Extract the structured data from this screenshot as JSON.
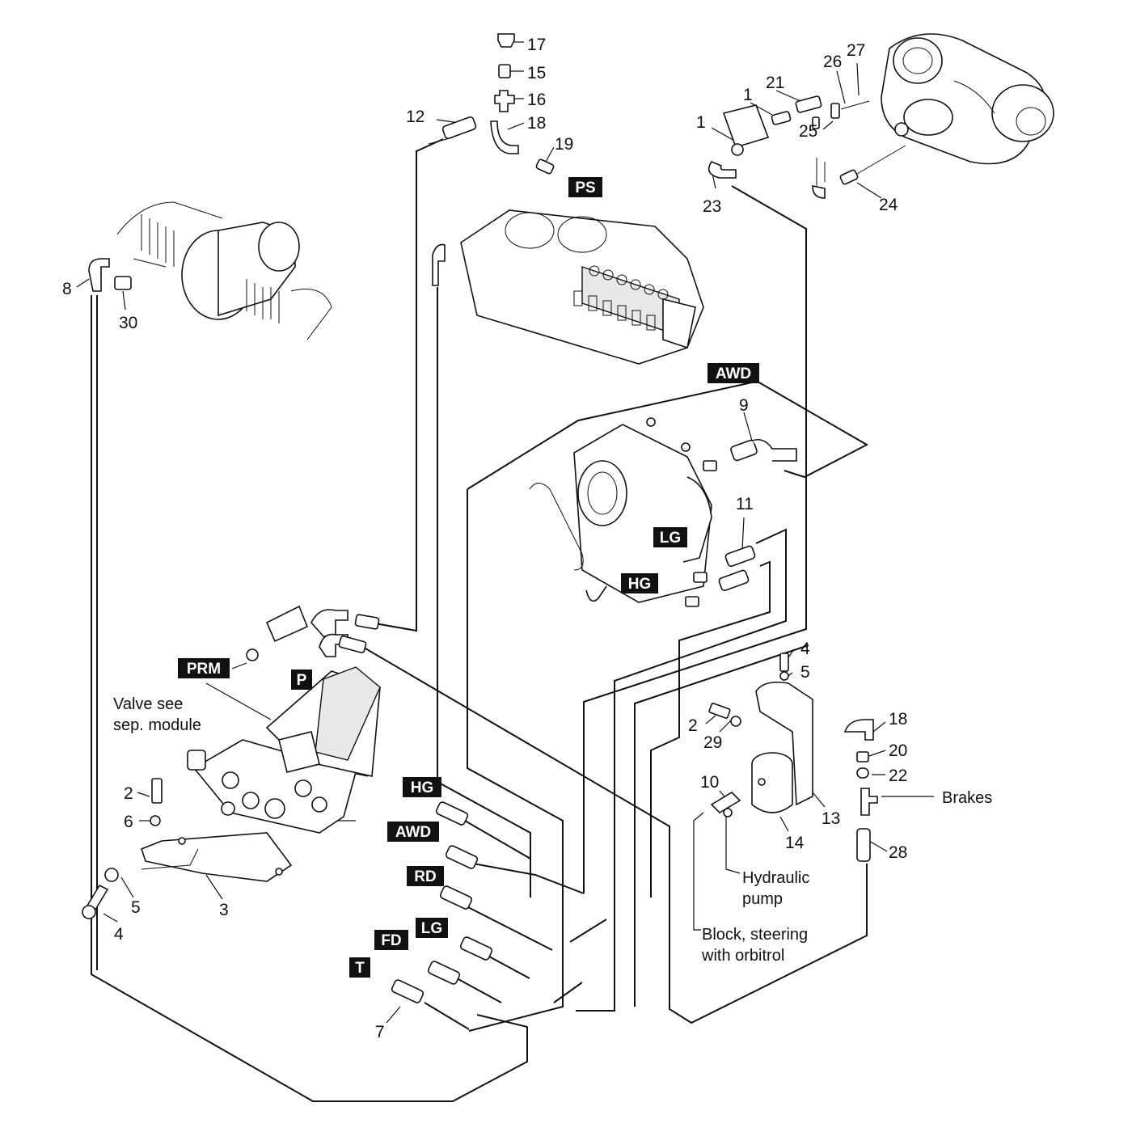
{
  "diagram": {
    "part_numbers": [
      {
        "id": "pn17",
        "text": "17"
      },
      {
        "id": "pn15",
        "text": "15"
      },
      {
        "id": "pn16",
        "text": "16"
      },
      {
        "id": "pn12",
        "text": "12"
      },
      {
        "id": "pn18a",
        "text": "18"
      },
      {
        "id": "pn19",
        "text": "19"
      },
      {
        "id": "pn27",
        "text": "27"
      },
      {
        "id": "pn26",
        "text": "26"
      },
      {
        "id": "pn21",
        "text": "21"
      },
      {
        "id": "pn1a",
        "text": "1"
      },
      {
        "id": "pn1b",
        "text": "1"
      },
      {
        "id": "pn25",
        "text": "25"
      },
      {
        "id": "pn23",
        "text": "23"
      },
      {
        "id": "pn24",
        "text": "24"
      },
      {
        "id": "pn8",
        "text": "8"
      },
      {
        "id": "pn30",
        "text": "30"
      },
      {
        "id": "pn9",
        "text": "9"
      },
      {
        "id": "pn11",
        "text": "11"
      },
      {
        "id": "pn4a",
        "text": "4"
      },
      {
        "id": "pn5a",
        "text": "5"
      },
      {
        "id": "pn2a",
        "text": "2"
      },
      {
        "id": "pn29",
        "text": "29"
      },
      {
        "id": "pn18b",
        "text": "18"
      },
      {
        "id": "pn20",
        "text": "20"
      },
      {
        "id": "pn22",
        "text": "22"
      },
      {
        "id": "pn10",
        "text": "10"
      },
      {
        "id": "pn13",
        "text": "13"
      },
      {
        "id": "pn14",
        "text": "14"
      },
      {
        "id": "pn28",
        "text": "28"
      },
      {
        "id": "pn2b",
        "text": "2"
      },
      {
        "id": "pn6",
        "text": "6"
      },
      {
        "id": "pn5b",
        "text": "5"
      },
      {
        "id": "pn3",
        "text": "3"
      },
      {
        "id": "pn4b",
        "text": "4"
      },
      {
        "id": "pn7",
        "text": "7"
      }
    ],
    "tags": [
      {
        "id": "tagPS",
        "text": "PS"
      },
      {
        "id": "tagAWD1",
        "text": "AWD"
      },
      {
        "id": "tagLG1",
        "text": "LG"
      },
      {
        "id": "tagHG1",
        "text": "HG"
      },
      {
        "id": "tagPRM",
        "text": "PRM"
      },
      {
        "id": "tagP",
        "text": "P"
      },
      {
        "id": "tagHG2",
        "text": "HG"
      },
      {
        "id": "tagAWD2",
        "text": "AWD"
      },
      {
        "id": "tagRD",
        "text": "RD"
      },
      {
        "id": "tagLG2",
        "text": "LG"
      },
      {
        "id": "tagFD",
        "text": "FD"
      },
      {
        "id": "tagT",
        "text": "T"
      }
    ],
    "notes": {
      "valve_line1": "Valve see",
      "valve_line2": "sep. module",
      "brakes": "Brakes",
      "pump_line1": "Hydraulic",
      "pump_line2": "pump",
      "block_line1": "Block, steering",
      "block_line2": "with orbitrol"
    }
  }
}
